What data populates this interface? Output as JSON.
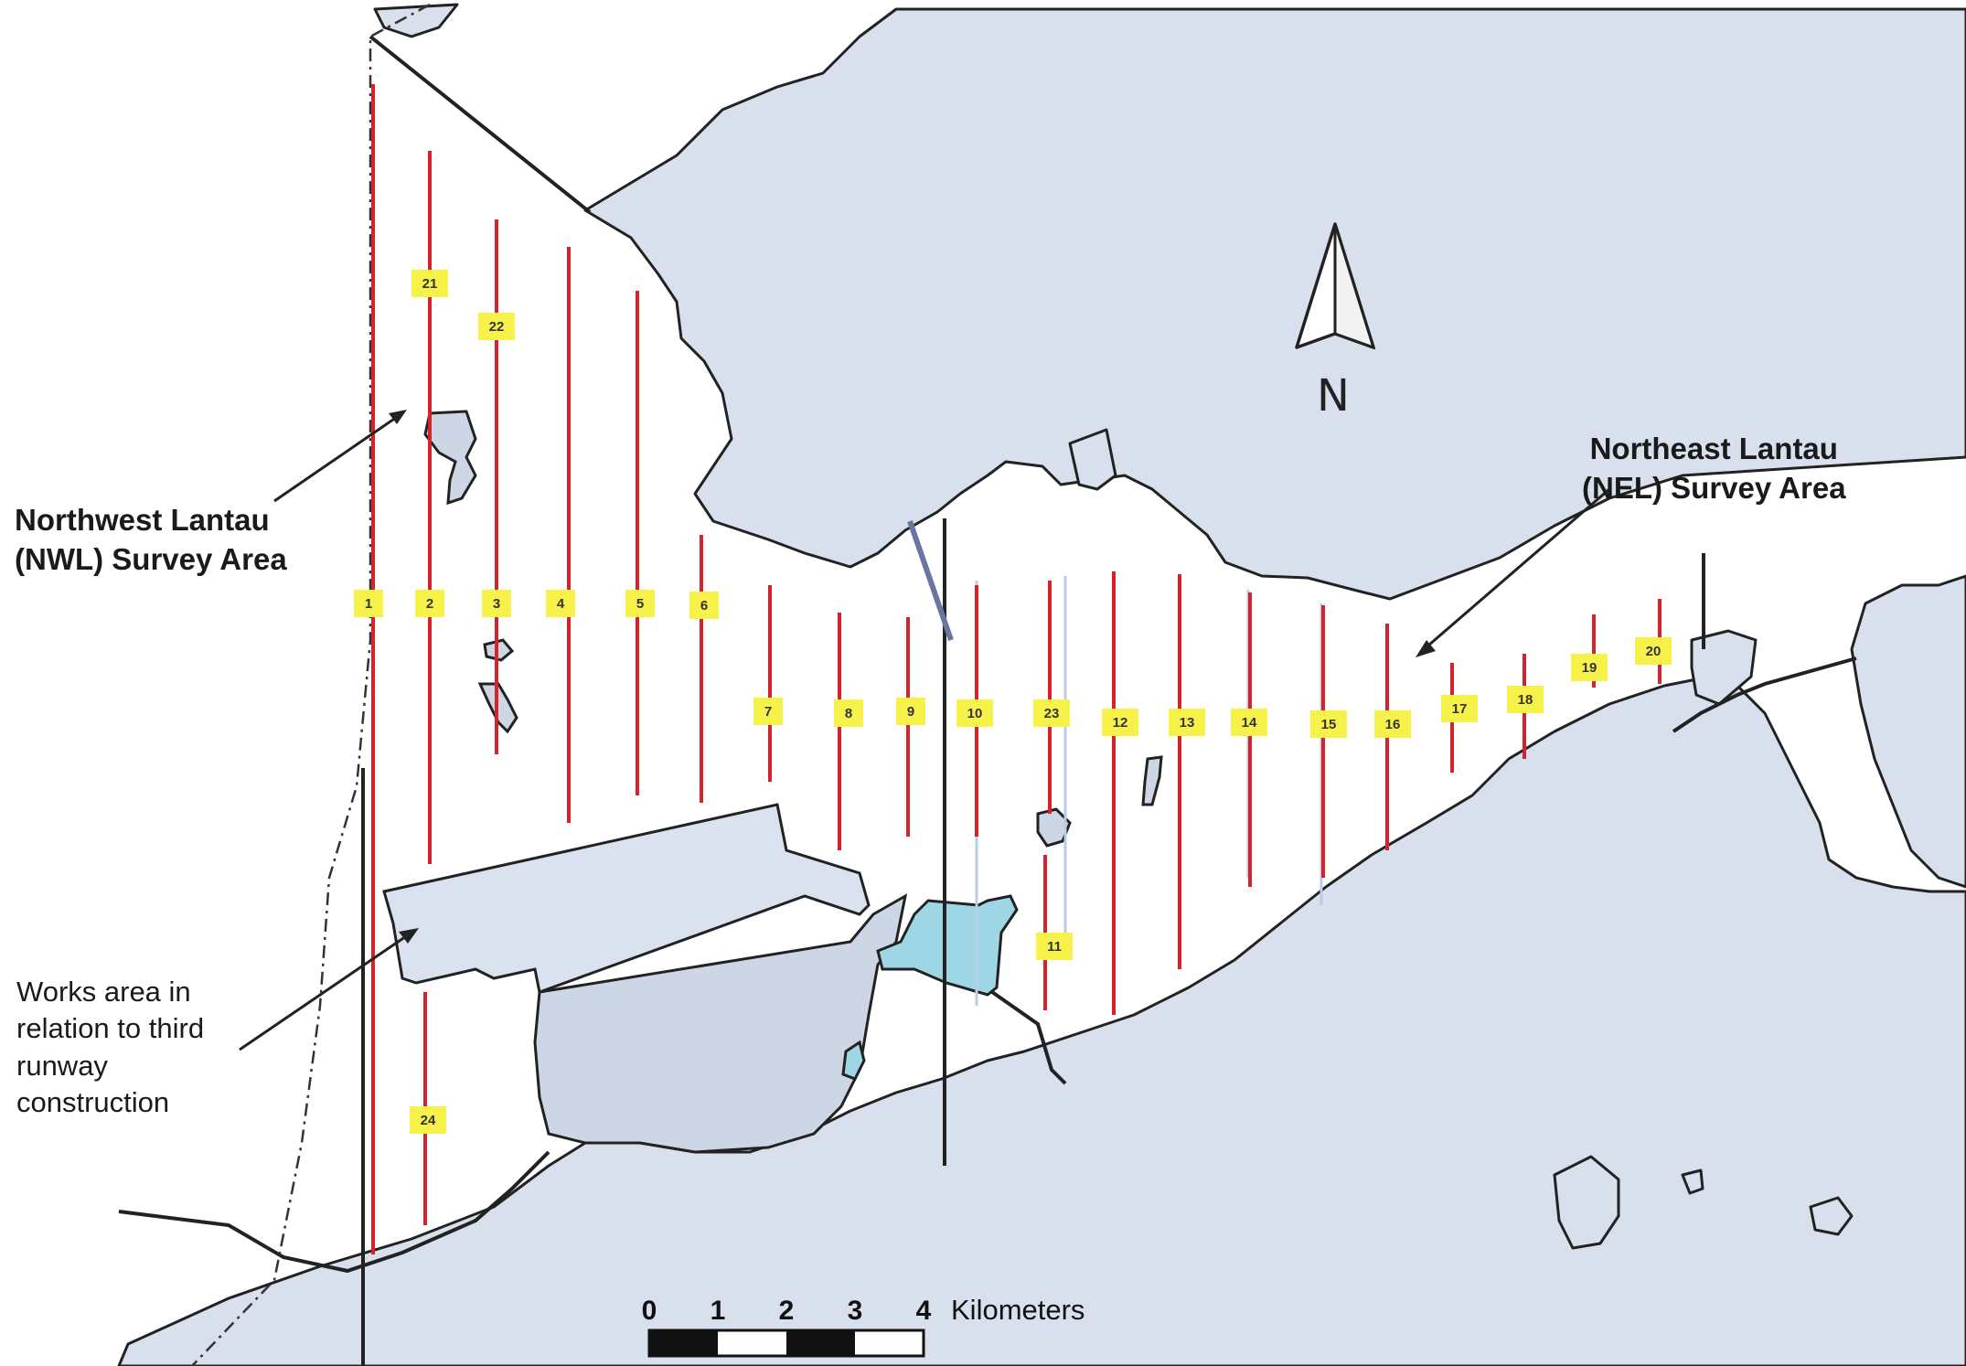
{
  "annotations": {
    "nwl": "Northwest Lantau\n(NWL) Survey Area",
    "nel": "Northeast Lantau\n(NEL) Survey Area",
    "works": "Works area in\nrelation to third\nrunway\nconstruction"
  },
  "north_arrow": {
    "label": "N"
  },
  "scale_bar": {
    "ticks": [
      "0",
      "1",
      "2",
      "3",
      "4"
    ],
    "unit": "Kilometers"
  },
  "transect_labels": [
    "1",
    "2",
    "3",
    "4",
    "5",
    "6",
    "7",
    "8",
    "9",
    "10",
    "11",
    "12",
    "13",
    "14",
    "15",
    "16",
    "17",
    "18",
    "19",
    "20",
    "21",
    "22",
    "23",
    "24"
  ],
  "colors": {
    "land": "#d7e0ec",
    "transect": "#d6222a",
    "label_fill": "#f7f24a",
    "works_water": "#9fd6e6"
  }
}
